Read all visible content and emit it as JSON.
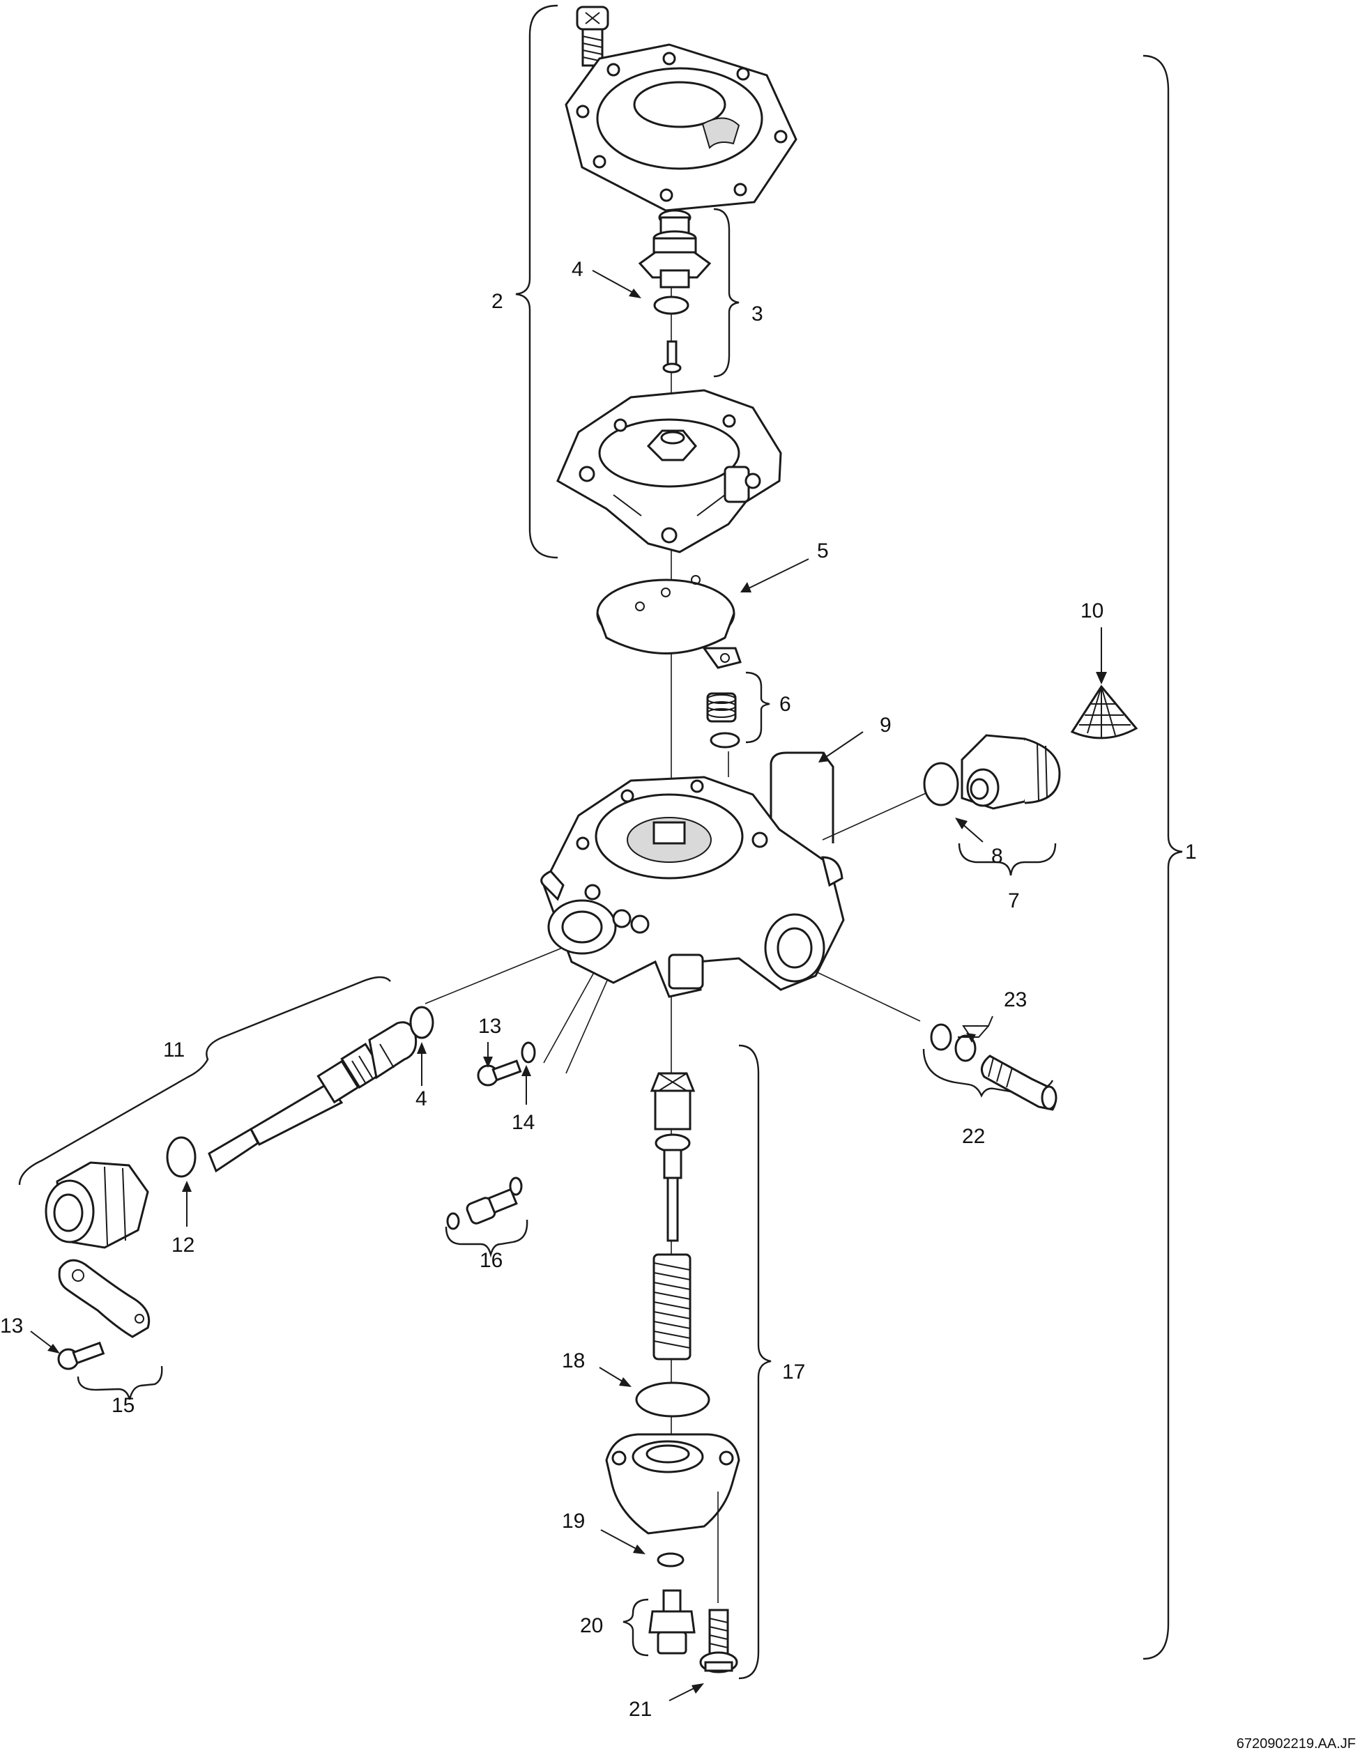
{
  "labels": {
    "l1": "1",
    "l2": "2",
    "l3": "3",
    "l4a": "4",
    "l4b": "4",
    "l5": "5",
    "l6": "6",
    "l7": "7",
    "l8": "8",
    "l9": "9",
    "l10": "10",
    "l11": "11",
    "l12": "12",
    "l13a": "13",
    "l13b": "13",
    "l14": "14",
    "l15": "15",
    "l16": "16",
    "l17": "17",
    "l18": "18",
    "l19": "19",
    "l20": "20",
    "l21": "21",
    "l22": "22",
    "l23": "23"
  },
  "reference": "6720902219.AA.JF"
}
